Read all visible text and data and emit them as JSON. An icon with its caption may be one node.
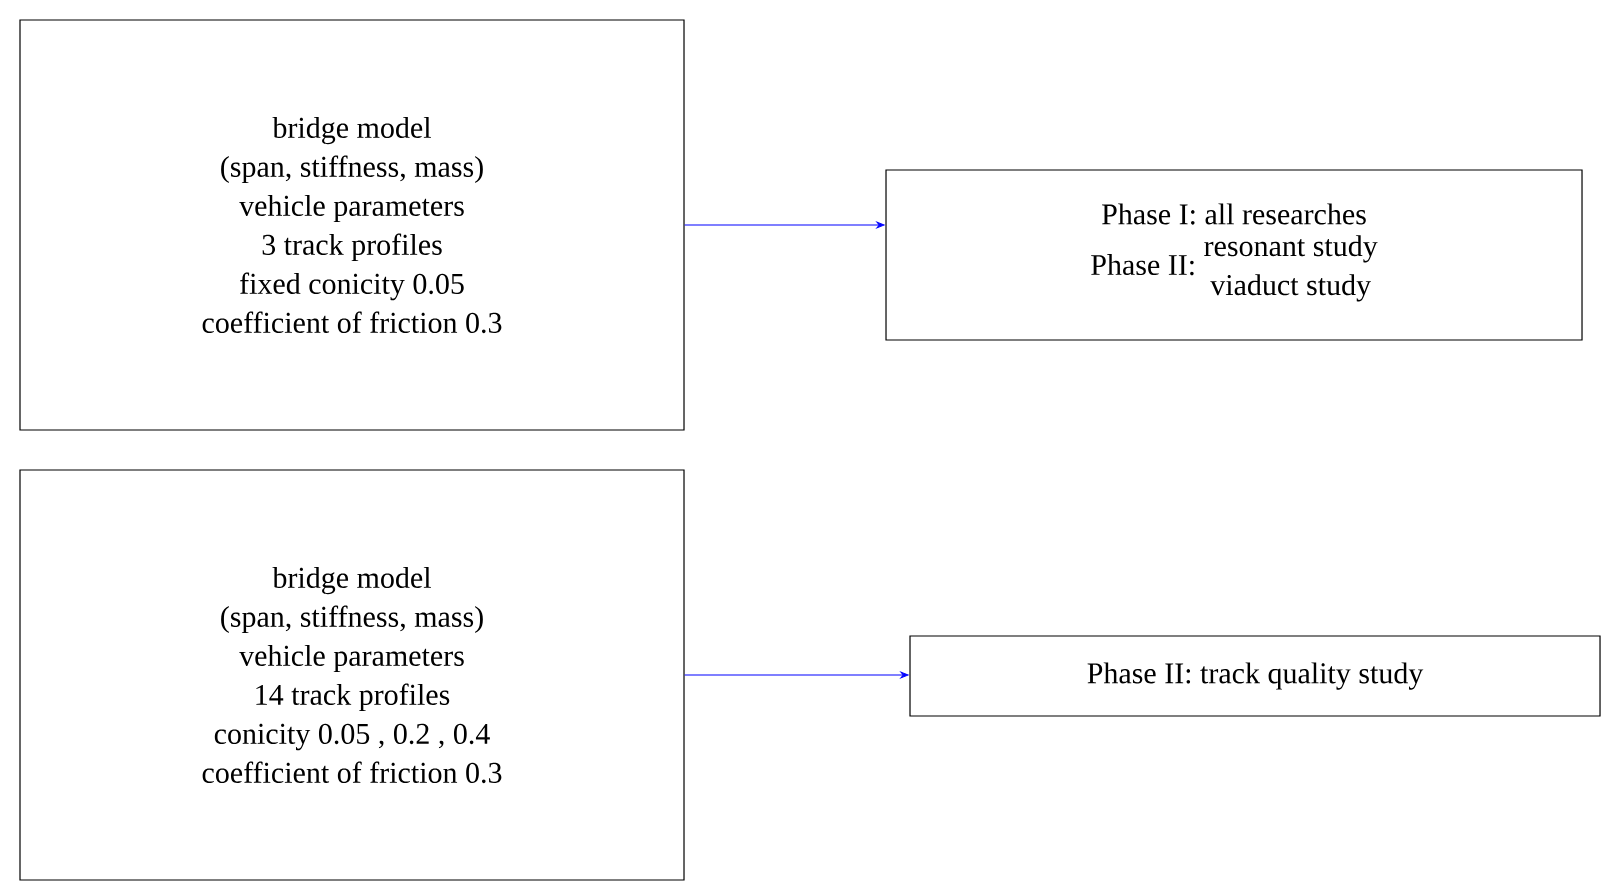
{
  "diagram": {
    "nodes": [
      {
        "text": [
          "bridge model",
          "(span, stiffness, mass)",
          "vehicle parameters",
          "3 track profiles",
          "fixed conicity 0.05",
          "coefficient of friction 0.3"
        ]
      },
      {
        "text": [
          "Phase I: all researches",
          "Phase II:",
          "resonant study",
          "viaduct study"
        ]
      },
      {
        "text": [
          "bridge model",
          "(span, stiffness, mass)",
          "vehicle parameters",
          "14 track profiles",
          "conicity 0.05 , 0.2 , 0.4",
          "coefficient of friction 0.3"
        ]
      },
      {
        "text": [
          "Phase II: track quality study"
        ]
      }
    ],
    "edges": [
      {
        "from": 0,
        "to": 1,
        "arrow": "to"
      },
      {
        "from": 2,
        "to": 3,
        "arrow": "to"
      }
    ]
  }
}
